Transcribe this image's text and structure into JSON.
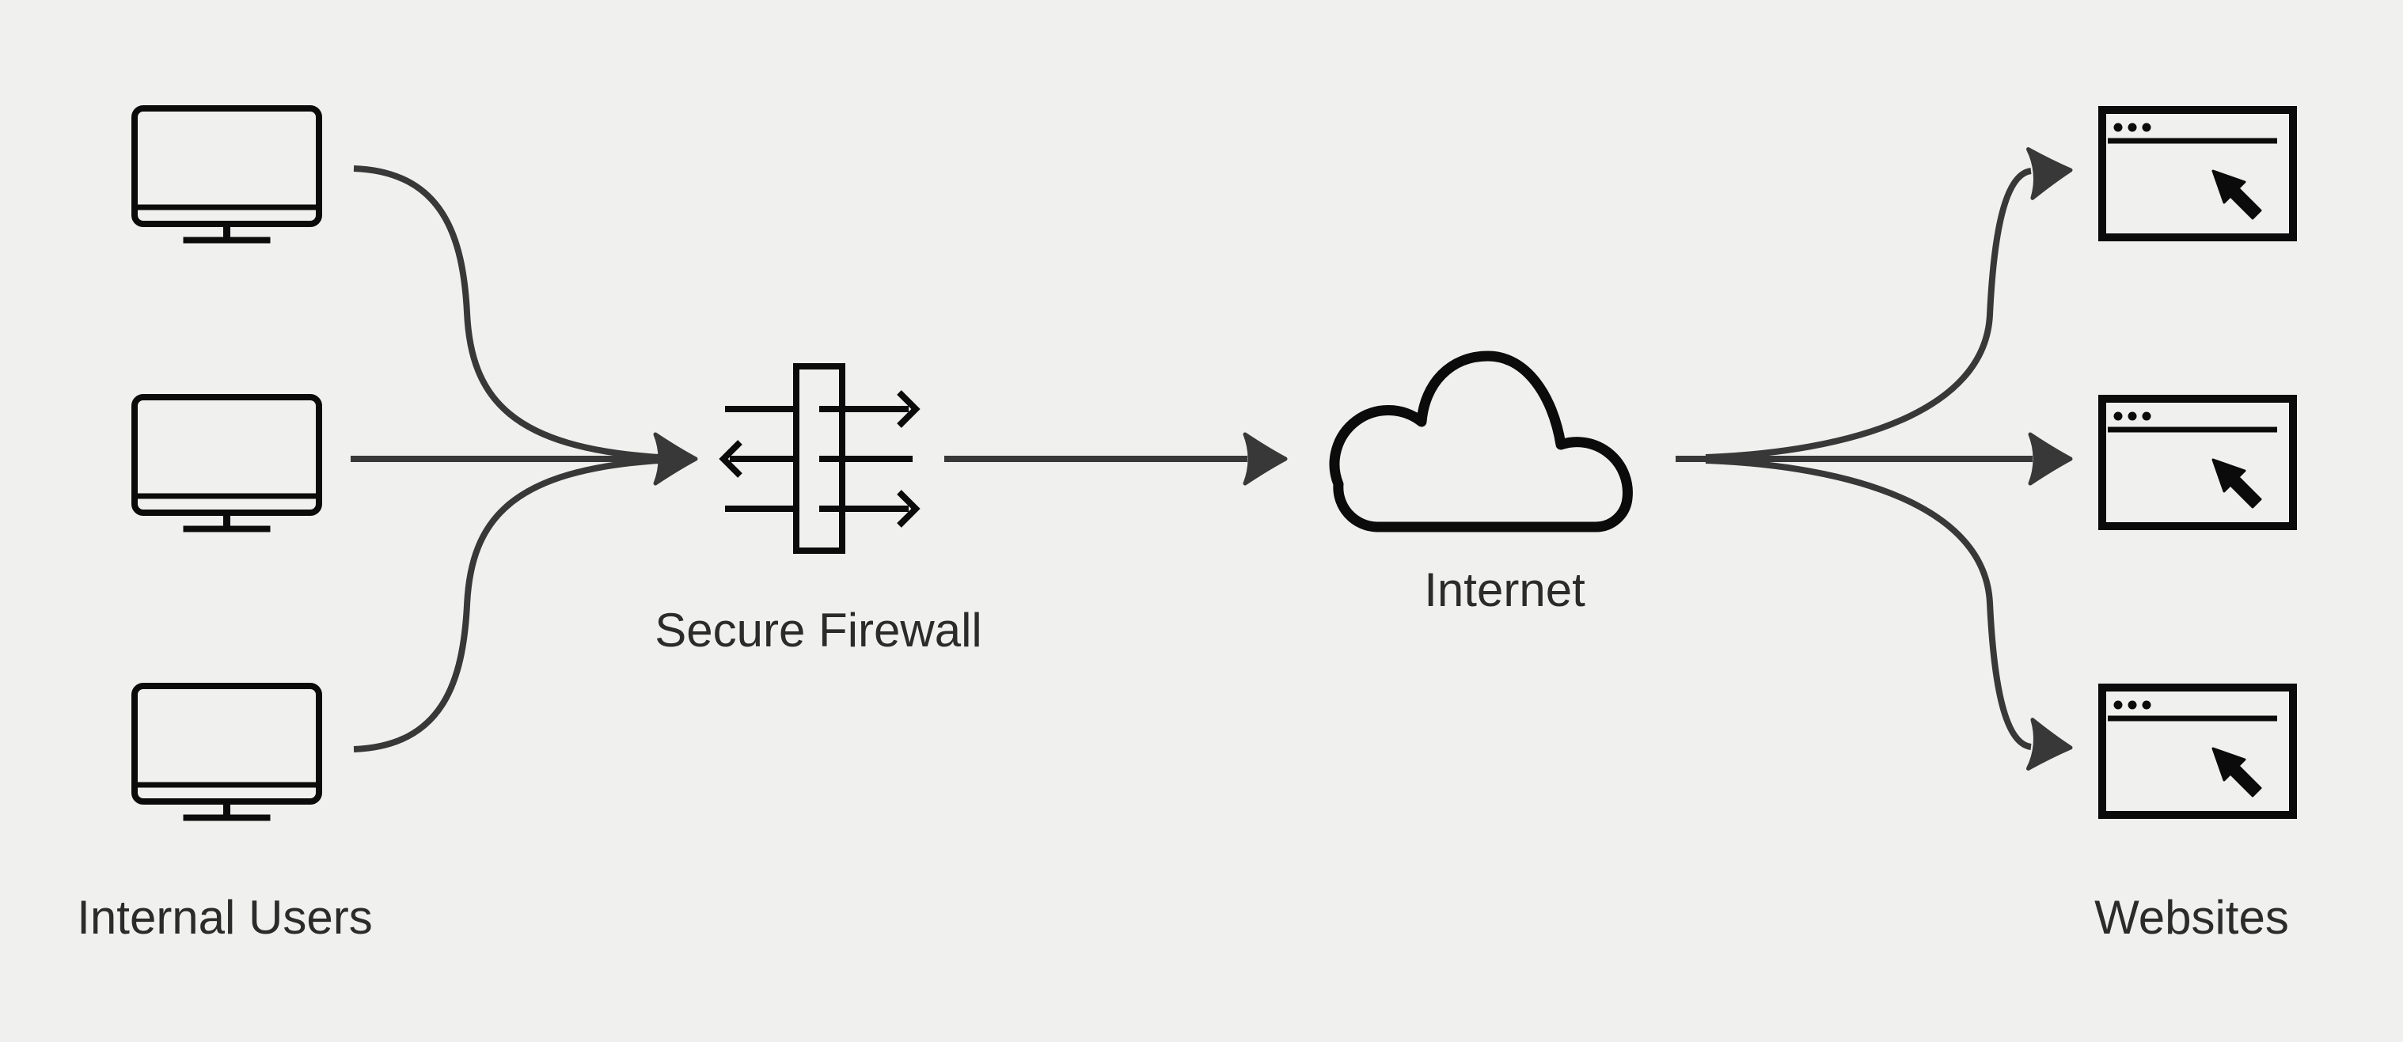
{
  "diagram": {
    "type": "network-flow-diagram",
    "background_color": "#f0f0ee",
    "icon_color": "#0b0b0b",
    "connector_color": "#383838",
    "text_color": "#2b2b2b",
    "nodes": [
      {
        "id": "internal-users",
        "label": "Internal Users",
        "icon": "desktop-monitor-icon",
        "icon_count": 3
      },
      {
        "id": "secure-firewall",
        "label": "Secure Firewall",
        "icon": "firewall-icon",
        "icon_count": 1
      },
      {
        "id": "internet",
        "label": "Internet",
        "icon": "cloud-icon",
        "icon_count": 1
      },
      {
        "id": "websites",
        "label": "Websites",
        "icon": "browser-window-cursor-icon",
        "icon_count": 3
      }
    ],
    "edges": [
      {
        "from": "internal-users",
        "to": "secure-firewall",
        "style": "three-curves-converging-to-arrow"
      },
      {
        "from": "secure-firewall",
        "to": "internet",
        "style": "straight-arrow"
      },
      {
        "from": "internet",
        "to": "websites",
        "style": "three-curves-diverging-with-arrows"
      }
    ]
  }
}
